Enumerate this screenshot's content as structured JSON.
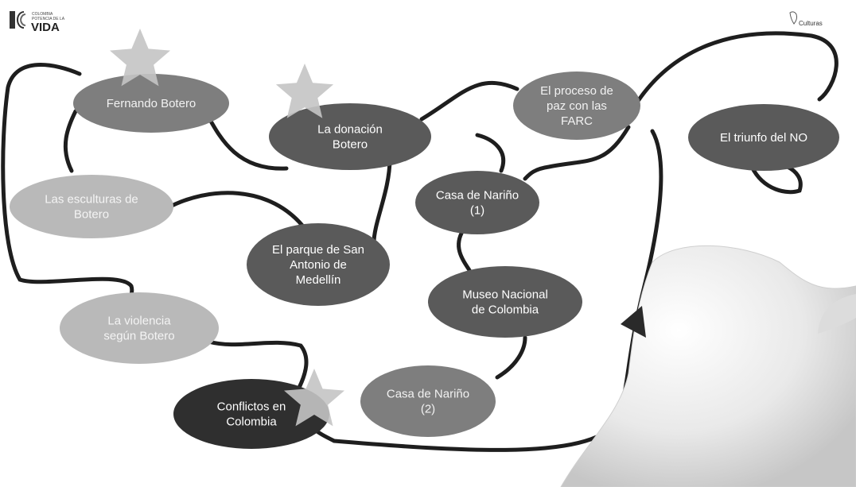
{
  "header": {
    "logo_line1": "COLOMBIA",
    "logo_line2": "POTENCIA DE LA",
    "logo_line3": "VIDA",
    "ministry": "Culturas"
  },
  "colors": {
    "line": "#1e1e1e",
    "light_node": "#b9b9b9",
    "mid_node": "#7e7e7e",
    "dark_node": "#5a5a5a",
    "darkest_node": "#2f2f2f",
    "star": "#c4c4c4"
  },
  "nodes": [
    {
      "id": "fernando",
      "label": "Fernando Botero",
      "shade": "mid_node",
      "starred": true
    },
    {
      "id": "donacion",
      "label": "La donación\nBotero",
      "shade": "dark_node",
      "starred": true
    },
    {
      "id": "proceso",
      "label": "El proceso de\npaz con las\nFARC",
      "shade": "mid_node",
      "starred": false
    },
    {
      "id": "triunfo",
      "label": "El triunfo del NO",
      "shade": "dark_node",
      "starred": false
    },
    {
      "id": "esculturas",
      "label": "Las esculturas de\nBotero",
      "shade": "light_node",
      "starred": false
    },
    {
      "id": "casa1",
      "label": "Casa de Nariño\n(1)",
      "shade": "dark_node",
      "starred": false
    },
    {
      "id": "parque",
      "label": "El parque de San\nAntonio de\nMedellín",
      "shade": "dark_node",
      "starred": false
    },
    {
      "id": "museo",
      "label": "Museo Nacional\nde Colombia",
      "shade": "dark_node",
      "starred": false
    },
    {
      "id": "violencia",
      "label": "La violencia\nsegún Botero",
      "shade": "light_node",
      "starred": false
    },
    {
      "id": "casa2",
      "label": "Casa de Nariño\n(2)",
      "shade": "mid_node",
      "starred": false
    },
    {
      "id": "conflictos",
      "label": "Conflictos en\nColombia",
      "shade": "darkest_node",
      "starred": true
    }
  ],
  "decoration": {
    "dove": "dove-sculpture-image"
  }
}
